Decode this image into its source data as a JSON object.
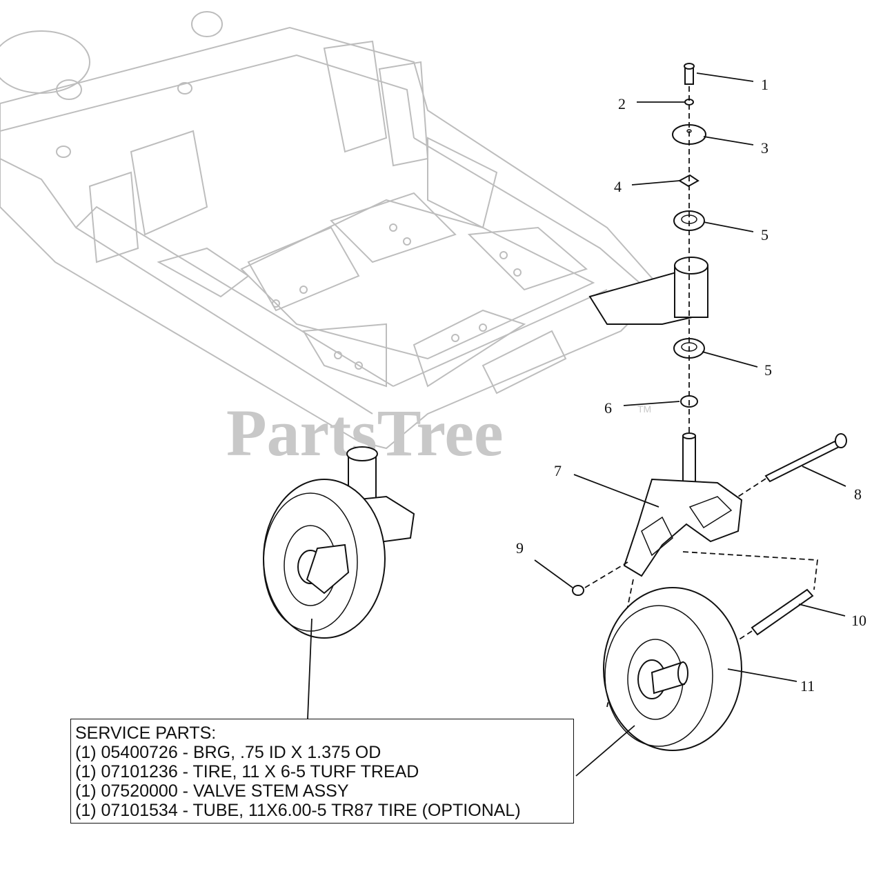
{
  "watermark": {
    "text": "PartsTree",
    "trademark": "TM"
  },
  "callouts": [
    "1",
    "2",
    "3",
    "4",
    "5",
    "5",
    "6",
    "7",
    "8",
    "9",
    "10",
    "11"
  ],
  "service_parts": {
    "heading": "SERVICE PARTS:",
    "lines": [
      "(1) 05400726 - BRG, .75 ID X 1.375 OD",
      "(1) 07101236 - TIRE, 11 X 6-5 TURF TREAD",
      "(1) 07520000 - VALVE STEM ASSY",
      "(1) 07101534 - TUBE, 11X6.00-5 TR87 TIRE (OPTIONAL)"
    ]
  }
}
